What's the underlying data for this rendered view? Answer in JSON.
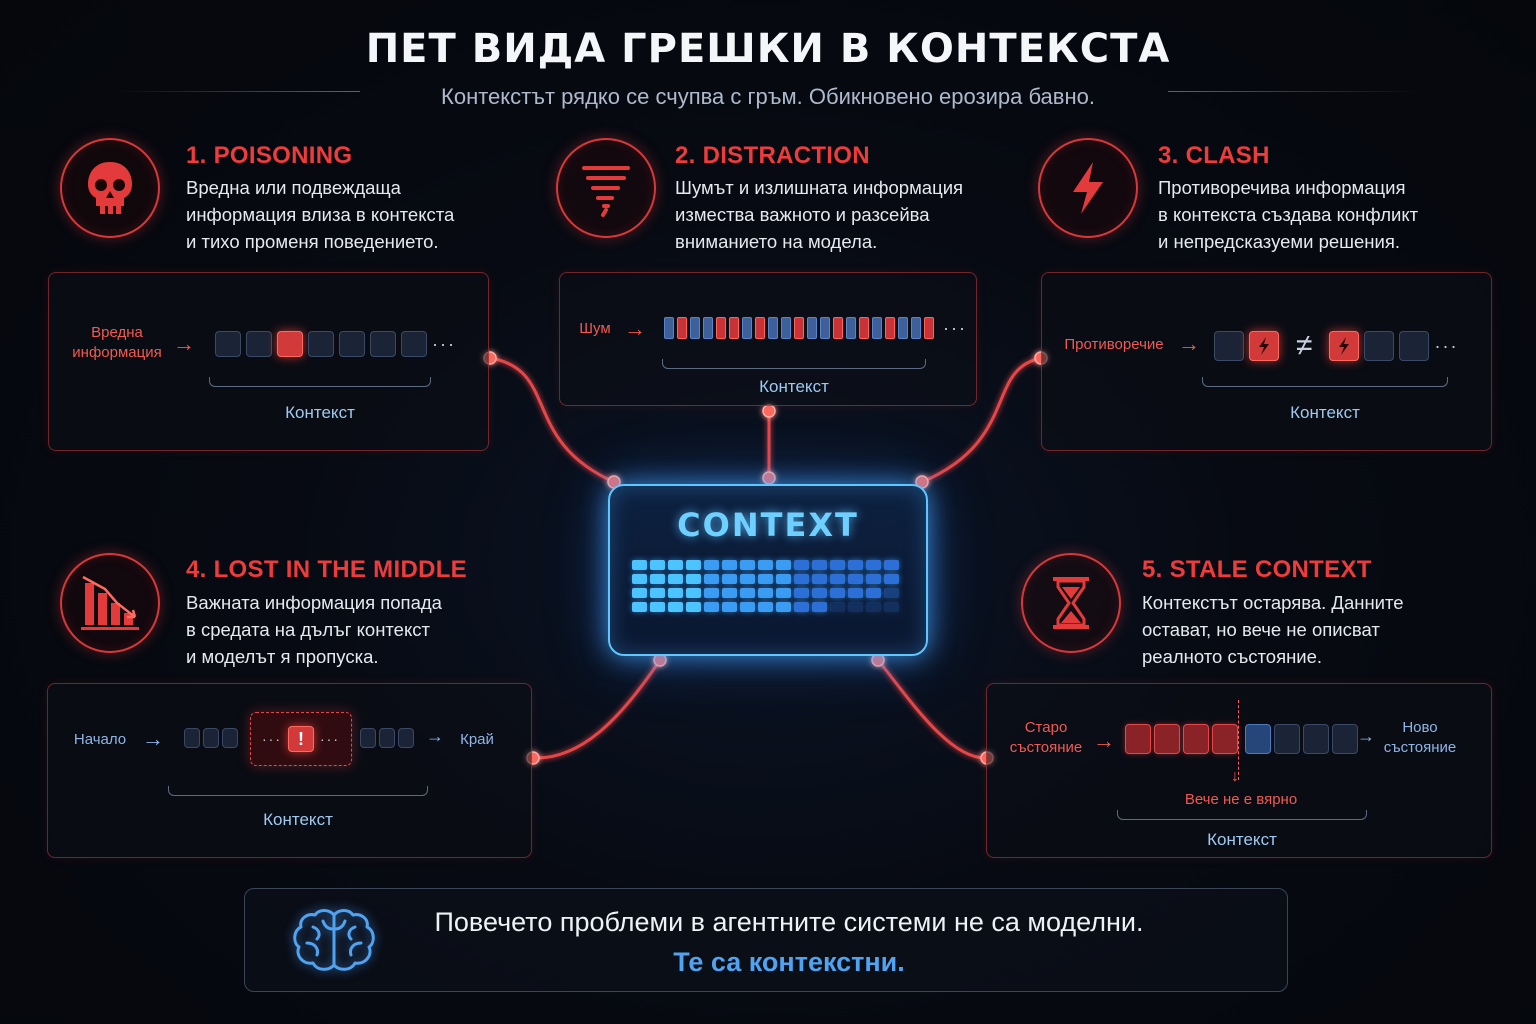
{
  "title": "ПЕТ ВИДА ГРЕШКИ В КОНТЕКСТА",
  "subtitle": "Контекстът рядко се счупва с гръм. Обикновено ерозира бавно.",
  "center": {
    "title": "CONTEXT"
  },
  "cards": [
    {
      "title": "1. POISONING",
      "desc": [
        "Вредна или подвеждаща",
        "информация влиза в контекста",
        "и тихо променя поведението."
      ],
      "icon": "skull-icon",
      "diagram": {
        "input_label": [
          "Вредна",
          "информация"
        ],
        "context_label": "Контекст",
        "ellipsis": "···"
      }
    },
    {
      "title": "2. DISTRACTION",
      "desc": [
        "Шумът и излишната информация",
        "измества важното и разсейва",
        "вниманието на модела."
      ],
      "icon": "tornado-icon",
      "diagram": {
        "input_label": "Шум",
        "context_label": "Контекст",
        "ellipsis": "···"
      }
    },
    {
      "title": "3. CLASH",
      "desc": [
        "Противоречива информация",
        "в контекста създава конфликт",
        "и непредсказуеми решения."
      ],
      "icon": "lightning-icon",
      "diagram": {
        "input_label": "Противоречие",
        "context_label": "Контекст",
        "not_equal": "≠",
        "ellipsis": "···"
      }
    },
    {
      "title": "4. LOST IN THE MIDDLE",
      "desc": [
        "Важната информация попада",
        "в средата на дълъг контекст",
        "и моделът я пропуска."
      ],
      "icon": "declining-chart-icon",
      "diagram": {
        "start_label": "Начало",
        "end_label": "Край",
        "context_label": "Контекст",
        "mark": "!",
        "ellipsis": "···"
      }
    },
    {
      "title": "5. STALE CONTEXT",
      "desc": [
        "Контекстът остарява. Данните",
        "остават, но вече не описват",
        "реалното състояние."
      ],
      "icon": "hourglass-icon",
      "diagram": {
        "old_label": [
          "Старо",
          "състояние"
        ],
        "new_label": [
          "Ново",
          "състояние"
        ],
        "warning": "Вече не е вярно",
        "context_label": "Контекст"
      }
    }
  ],
  "footer": {
    "line1": "Повечето проблеми в агентните системи не са моделни.",
    "line2": "Те са контекстни."
  },
  "colors": {
    "accent_red": "#ee3b3b",
    "accent_blue": "#5fc6ff",
    "background": "#05070c"
  }
}
